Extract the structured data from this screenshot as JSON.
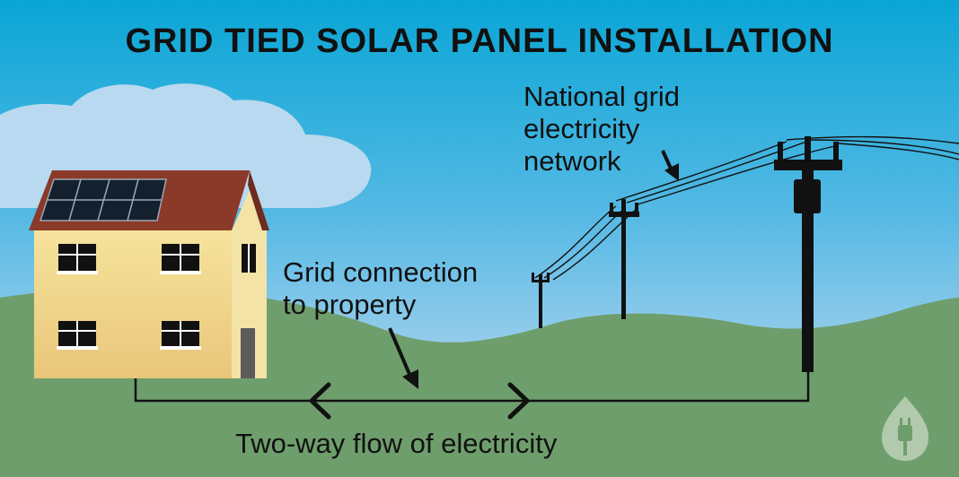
{
  "title": "GRID TIED SOLAR PANEL INSTALLATION",
  "labels": {
    "national_grid": "National grid\nelectricity\nnetwork",
    "grid_connection": "Grid connection\nto property",
    "two_way_flow": "Two-way flow of electricity"
  },
  "icons": {
    "logo": "leaf-plug-icon"
  },
  "colors": {
    "sky_top": "#0aa6d6",
    "sky_bottom": "#cfdcf2",
    "ground": "#6f9e6d",
    "house_wall": "#f4dc8e",
    "roof": "#8b3a2a",
    "solar_panel": "#14202e",
    "pole": "#111111"
  }
}
